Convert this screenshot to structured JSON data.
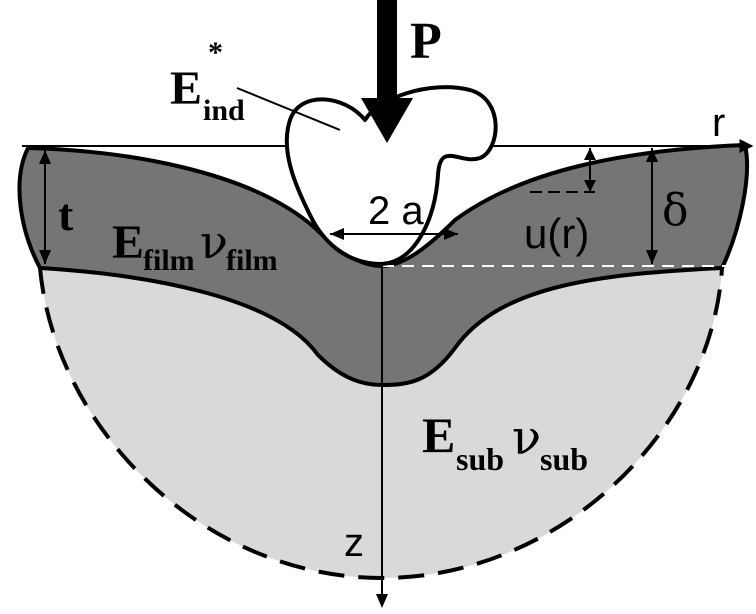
{
  "diagram": {
    "load_label": "P",
    "indenter": {
      "symbol": "E",
      "subscript": "ind",
      "superscript": "*"
    },
    "film": {
      "thickness_label": "t",
      "modulus": "E",
      "modulus_sub": "film",
      "poisson": "ν",
      "poisson_sub": "film"
    },
    "substrate": {
      "modulus": "E",
      "modulus_sub": "sub",
      "poisson": "ν",
      "poisson_sub": "sub"
    },
    "contact_radius_label": "2 a",
    "displacement_label": "u(r)",
    "depth_label": "δ",
    "r_axis_label": "r",
    "z_axis_label": "z",
    "colors": {
      "film": "#757575",
      "substrate": "#d9d9d9",
      "stroke": "#000000"
    }
  }
}
